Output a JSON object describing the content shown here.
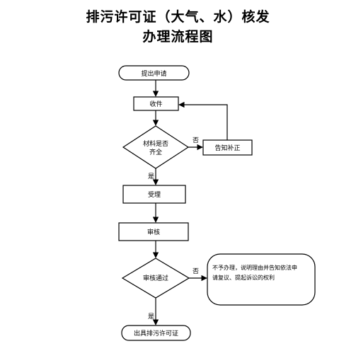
{
  "title": {
    "line1": "排污许可证（大气、水）核发",
    "line2": "办理流程图"
  },
  "flow": {
    "start": "提出申请",
    "receive": "收件",
    "check_line1": "材料是否",
    "check_line2": "齐全",
    "no_label": "否",
    "notify": "告知补正",
    "yes_label": "是",
    "accept": "受理",
    "review": "审核",
    "pass_check": "审核通过",
    "reject_line1": "不予办理，说明理由并告知依法申",
    "reject_line2": "请复议、提起诉讼的权利",
    "issue": "出具排污许可证"
  }
}
